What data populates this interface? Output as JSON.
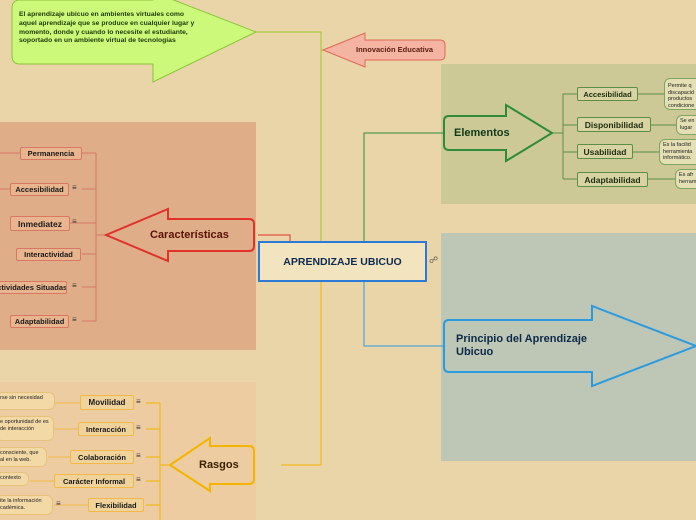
{
  "central": {
    "label": "APRENDIZAJE UBICUO",
    "icon": "link-icon"
  },
  "definition": "El aprendizaje ubicuo en ambientes virtuales como aquel aprendizaje que se produce en cualquier lugar y momento, donde y cuando lo necesite el estudiante, soportado en un ambiente virtual de tecnologías",
  "innovation": "Innovación Educativa",
  "caracteristicas": {
    "title": "Características",
    "items": [
      "Permanencia",
      "Accesibilidad",
      "Inmediatez",
      "Interactividad",
      "Actividades Situadas",
      "Adaptabilidad"
    ]
  },
  "elementos": {
    "title": "Elementos",
    "items": [
      "Accesibilidad",
      "Disponibilidad",
      "Usabilidad",
      "Adaptabilidad"
    ],
    "notes": [
      "Permite q discapacid productos condicione",
      "Se en lugar",
      "Es la facilid herramienta informático.",
      "Es afr herram"
    ]
  },
  "principio": {
    "title": "Principio del Aprendizaje Ubicuo"
  },
  "rasgos": {
    "title": "Rasgos",
    "items": [
      "Movilidad",
      "Interacción",
      "Colaboración",
      "Carácter Informal",
      "Flexibilidad"
    ],
    "notes": [
      "rse sin necesidad",
      "e oportunidad de es de interacción",
      "consciente, que al en la web.",
      "contexto",
      "ite la información cadémica."
    ]
  },
  "colors": {
    "central_border": "#2b7bd6",
    "red": "#e0312c",
    "orange": "#f5b400",
    "green": "#2e8b3a",
    "blue": "#2b9be0",
    "yellowgreen": "#9ccc2c"
  }
}
